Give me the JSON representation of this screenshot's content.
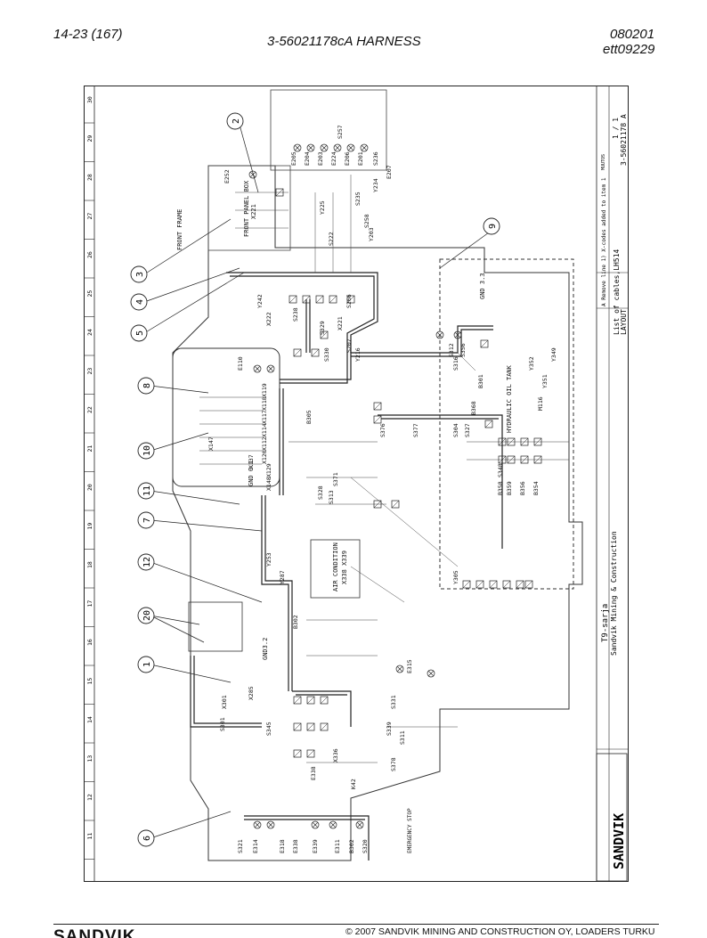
{
  "header": {
    "page_ref": "14-23 (167)",
    "title": "3-56021178cA HARNESS",
    "date": "080201",
    "doc_code": "ett09229"
  },
  "frame": {
    "column_numbers": [
      "30",
      "29",
      "28",
      "27",
      "26",
      "25",
      "24",
      "23",
      "22",
      "21",
      "20",
      "19",
      "18",
      "17",
      "16",
      "15",
      "14",
      "13",
      "12",
      "11"
    ]
  },
  "callouts": [
    "2",
    "3",
    "4",
    "5",
    "8",
    "10",
    "11",
    "7",
    "12",
    "20",
    "1",
    "6",
    "9"
  ],
  "components_top": [
    "E205",
    "E204",
    "E203",
    "E224",
    "E206",
    "E201",
    "S236",
    "E207",
    "S257",
    "E252",
    "Y225",
    "Y234",
    "S235",
    "S258",
    "Y203",
    "S222",
    "S266",
    "Y216",
    "X221",
    "Y242",
    "X222",
    "S238",
    "S207"
  ],
  "components_middle": [
    "E110",
    "S301",
    "X119",
    "X118",
    "X117",
    "X114",
    "X112",
    "X120",
    "X147",
    "X129",
    "X148",
    "X137",
    "S329",
    "S330",
    "B305",
    "S376",
    "S377",
    "S371",
    "Y253",
    "S328",
    "S313",
    "Y287",
    "B302",
    "X285",
    "X301"
  ],
  "components_right": [
    "S312",
    "S356",
    "S316",
    "B301",
    "B368",
    "S304",
    "S327",
    "S348",
    "B358",
    "B359",
    "B356",
    "B354",
    "Y352",
    "Y351",
    "Y349",
    "M116",
    "Y305"
  ],
  "components_bottom": [
    "S321",
    "E314",
    "E318",
    "E338",
    "E339",
    "E311",
    "B302",
    "S320",
    "S339",
    "S331",
    "E315",
    "S311",
    "S378",
    "K42",
    "X336",
    "S345",
    "E338"
  ],
  "labels": {
    "front_panel": "FRONT PANEL BOX",
    "front_frame": "FRONT FRAME",
    "front_panel_id": "X221",
    "hydraulic_tank": "HYDRAULIC OIL TANK",
    "air_condition": "AIR CONDITION",
    "air_condition_ids": "X338  X339",
    "gnd_left": "GND 0.1",
    "gnd_mid": "GND3.2",
    "gnd_right": "GND 3.3",
    "emergency_stop": "EMERGENCY STOP"
  },
  "title_block": {
    "revision_line": "A  Remove line 1) X-codes added to item 1",
    "muutos": "MUUTOS",
    "list_title": "List of cables,LH514",
    "layout": "LAYOUT",
    "sheet": "1 / 1",
    "drawing_no": "3-56021178 A",
    "series": "T9-sarja",
    "company_block": "Sandvik Mining & Construction",
    "logo": "SANDVIK"
  },
  "footer": {
    "brand": "SANDVIK",
    "copyright": "© 2007 SANDVIK MINING AND CONSTRUCTION OY, LOADERS TURKU"
  }
}
